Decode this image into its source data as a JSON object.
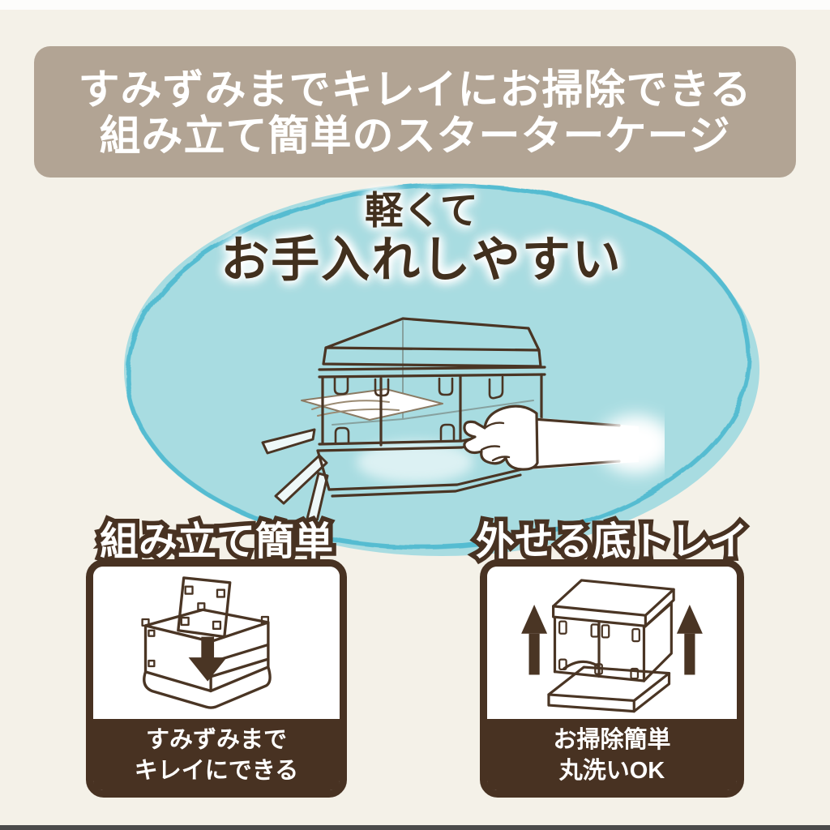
{
  "banner": {
    "line1": "すみずみまでキレイにお掃除できる",
    "line2": "組み立て簡単のスターターケージ"
  },
  "bubble": {
    "line1": "軽くて",
    "line2": "お手入れしやすい"
  },
  "features": [
    {
      "title": "組み立て簡単",
      "caption_line1": "すみずみまで",
      "caption_line2": "キレイにできる",
      "icon": "cage-assembly-panel-drop-icon"
    },
    {
      "title": "外せる底トレイ",
      "caption_line1": "お掃除簡単",
      "caption_line2": "丸洗いOK",
      "icon": "cage-lift-off-tray-icon"
    }
  ],
  "illustrations": {
    "main": "hand-holding-lightweight-clear-cage",
    "motion": "shake-motion-lines"
  },
  "colors": {
    "background": "#f4f1e8",
    "banner_bg": "#b2a494",
    "banner_text": "#ffffff",
    "bubble_fill": "#a8dce1",
    "bubble_outline": "#54bcd1",
    "dark_brown": "#483222",
    "caption_text": "#ffffff",
    "bottom_bar": "#4b4b4b"
  }
}
